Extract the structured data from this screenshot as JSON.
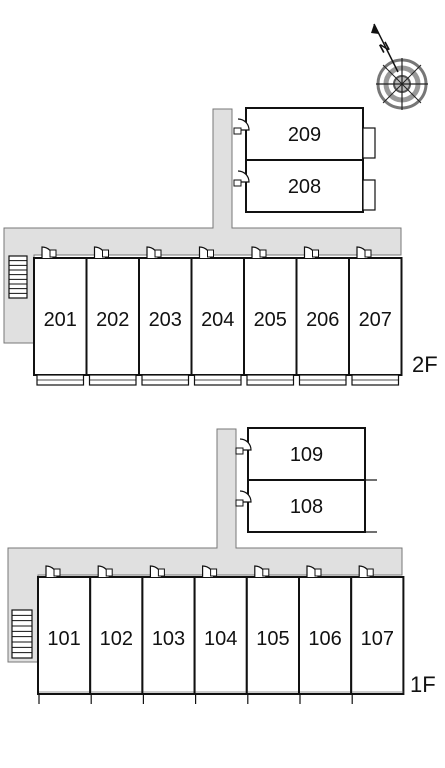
{
  "compass": {
    "north_label": "N",
    "icon": "compass-rose-icon"
  },
  "floors": [
    {
      "id": "2F",
      "label": "2F",
      "row_rooms": [
        "201",
        "202",
        "203",
        "204",
        "205",
        "206",
        "207"
      ],
      "annex_rooms": [
        "209",
        "208"
      ]
    },
    {
      "id": "1F",
      "label": "1F",
      "row_rooms": [
        "101",
        "102",
        "103",
        "104",
        "105",
        "106",
        "107"
      ],
      "annex_rooms": [
        "109",
        "108"
      ]
    }
  ],
  "colors": {
    "corridor": "#e0e0e0",
    "wall": "#111111",
    "background": "#ffffff"
  }
}
